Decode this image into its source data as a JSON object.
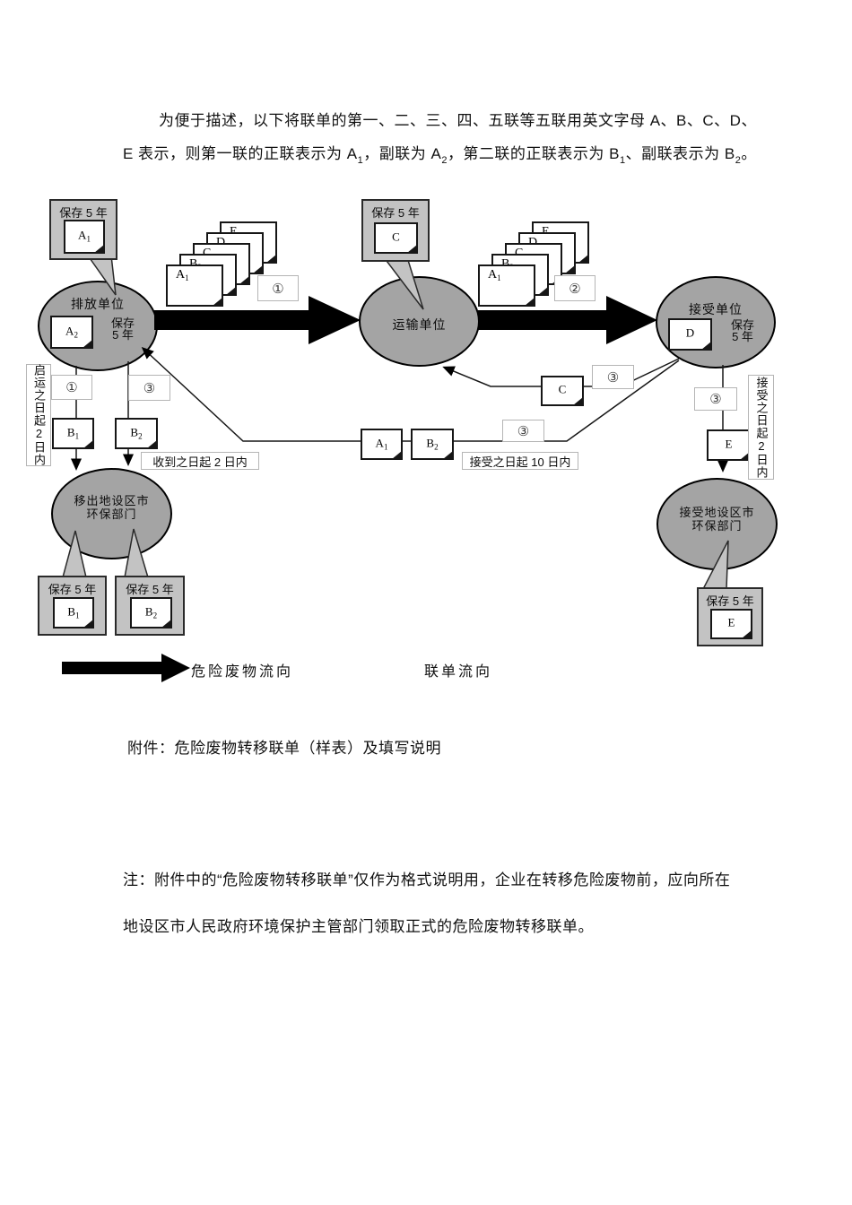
{
  "intro": {
    "line1": "为便于描述，以下将联单的第一、二、三、四、五联等五联用英文字母 A、B、C、D、",
    "line2_parts": [
      "E 表示，则第一联的正联表示为 A",
      "1",
      "，副联为 A",
      "2",
      "，第二联的正联表示为 B",
      "1",
      "、副联表示为 B",
      "2",
      "。"
    ]
  },
  "diagram": {
    "nodes": {
      "generator": {
        "label": "排放单位",
        "keep_line1": "保存",
        "keep_line2": "5 年"
      },
      "transporter": {
        "label": "运输单位"
      },
      "receiver": {
        "label": "接受单位",
        "keep_line1": "保存",
        "keep_line2": "5 年"
      },
      "origin_epa": {
        "line1": "移出地设区市",
        "line2": "环保部门"
      },
      "dest_epa": {
        "line1": "接受地设区市",
        "line2": "环保部门"
      }
    },
    "keep_title": "保存 5 年",
    "docs": {
      "a1": {
        "base": "A",
        "sub": "1"
      },
      "a2": {
        "base": "A",
        "sub": "2"
      },
      "b1": {
        "base": "B",
        "sub": "1"
      },
      "b2": {
        "base": "B",
        "sub": "2"
      },
      "c": {
        "base": "C",
        "sub": ""
      },
      "d": {
        "base": "D",
        "sub": ""
      },
      "e": {
        "base": "E",
        "sub": ""
      }
    },
    "markers": {
      "step1": "①",
      "step2": "②",
      "step3": "③"
    },
    "time_labels": {
      "dispatch_vertical": "启运之日起2日内",
      "receive_vertical": "接受之日起2日内",
      "received_2days": "收到之日起 2 日内",
      "accepted_10days": "接受之日起 10 日内"
    }
  },
  "legend": {
    "hazard_flow": "危险废物流向",
    "manifest_flow": "联单流向"
  },
  "attachment_line": "附件：危险废物转移联单（样表）及填写说明",
  "note": {
    "line1": "注：附件中的“危险废物转移联单”仅作为格式说明用，企业在转移危险废物前，应向所在",
    "line2": "地设区市人民政府环境保护主管部门领取正式的危险废物转移联单。"
  },
  "colors": {
    "node_fill": "#a4a4a4",
    "callout_fill": "#c3c3c3",
    "arrow": "#000000",
    "box_border": "#b5b5b5"
  }
}
